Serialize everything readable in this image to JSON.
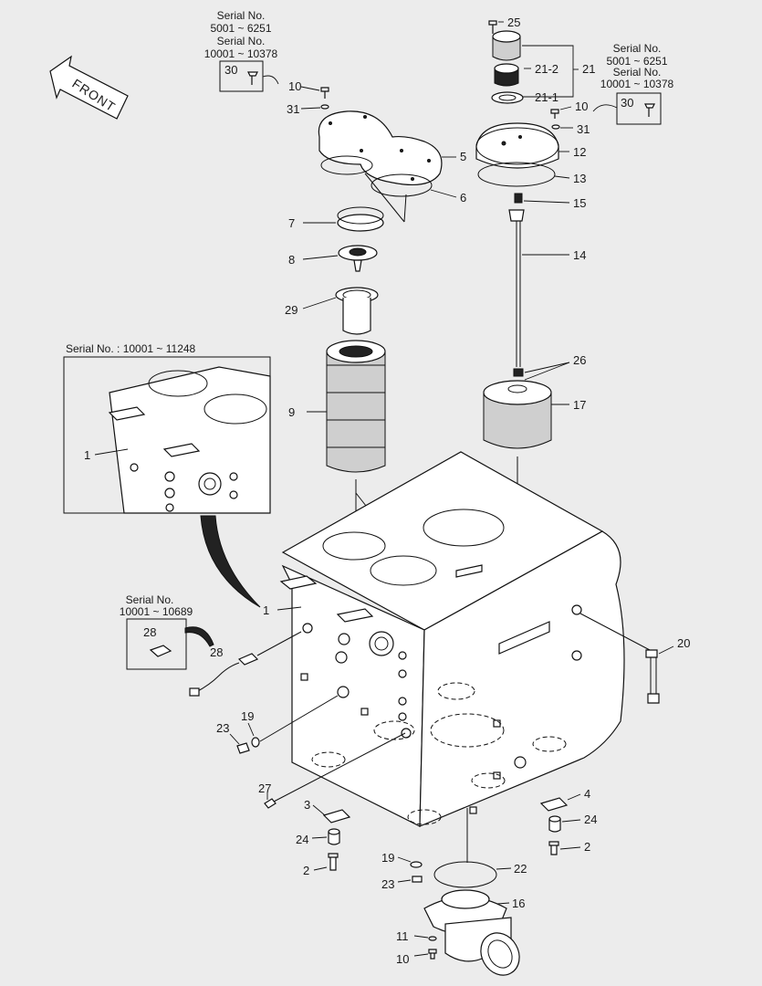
{
  "diagram": {
    "front_label": "FRONT",
    "serial_notes": {
      "top_left": [
        "Serial No.",
        "5001 ~ 6251",
        "Serial No.",
        "10001 ~ 10378"
      ],
      "top_right": [
        "Serial No.",
        "5001 ~ 6251",
        "Serial No.",
        "10001 ~ 10378"
      ],
      "inset": "Serial No. : 10001 ~ 11248",
      "sensor": [
        "Serial No.",
        "10001 ~ 10689"
      ]
    },
    "callouts": {
      "p25": "25",
      "p21_2": "21-2",
      "p21": "21",
      "p21_1": "21-1",
      "p10_tr": "10",
      "p31_tr": "31",
      "p12": "12",
      "p13": "13",
      "p15": "15",
      "p14": "14",
      "p26": "26",
      "p17": "17",
      "p30_tl": "30",
      "p30_tr": "30",
      "p10_tl": "10",
      "p31_tl": "31",
      "p5": "5",
      "p6": "6",
      "p7": "7",
      "p8": "8",
      "p29": "29",
      "p9": "9",
      "p1_inset": "1",
      "p1_main": "1",
      "p28_box": "28",
      "p28": "28",
      "p20": "20",
      "p19_l": "19",
      "p23_l": "23",
      "p27": "27",
      "p3": "3",
      "p24_l": "24",
      "p2_l": "2",
      "p4": "4",
      "p24_r": "24",
      "p2_r": "2",
      "p19_b": "19",
      "p23_b": "23",
      "p22": "22",
      "p16": "16",
      "p11": "11",
      "p10_b": "10"
    }
  }
}
